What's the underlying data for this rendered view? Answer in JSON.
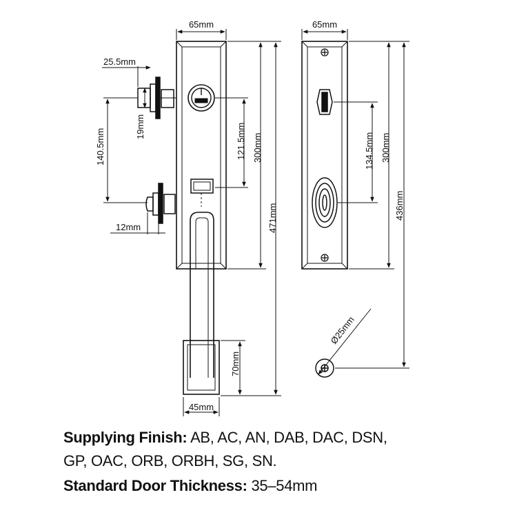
{
  "dimensions": {
    "front_width": "65mm",
    "back_width": "65mm",
    "deadbolt_projection": "25.5mm",
    "deadbolt_thickness": "19mm",
    "center_distance": "140.5mm",
    "latch_projection": "12mm",
    "cylinder_to_thumb": "121.5mm",
    "front_plate_height": "300mm",
    "overall_front_height": "471mm",
    "back_plate_height": "300mm",
    "back_centers": "134.5mm",
    "back_to_mount": "436mm",
    "grip_bracket_height": "70mm",
    "grip_bracket_width": "45mm",
    "hole_diameter": "Ø25mm"
  },
  "specs": {
    "finish_label": "Supplying Finish:",
    "finish_line1": "AB, AC, AN, DAB, DAC, DSN,",
    "finish_line2": "GP, OAC, ORB, ORBH, SG, SN.",
    "thickness_label": "Standard Door Thickness:",
    "thickness_value": "35–54mm"
  }
}
